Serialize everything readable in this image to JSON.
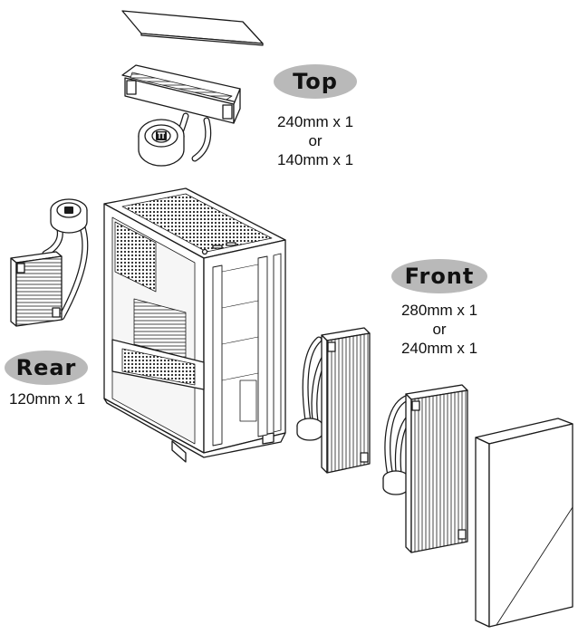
{
  "labels": {
    "top": {
      "name": "Top",
      "lines": [
        "240mm x 1",
        "or",
        "140mm x 1"
      ]
    },
    "front": {
      "name": "Front",
      "lines": [
        "280mm x 1",
        "or",
        "240mm x 1"
      ]
    },
    "rear": {
      "name": "Rear",
      "lines": [
        "120mm x 1"
      ]
    }
  },
  "colors": {
    "label_pill": "#b9b9b9",
    "line_art": "#1a1a1a"
  },
  "icons": {
    "pump_logo": "thermaltake-logo-icon"
  }
}
